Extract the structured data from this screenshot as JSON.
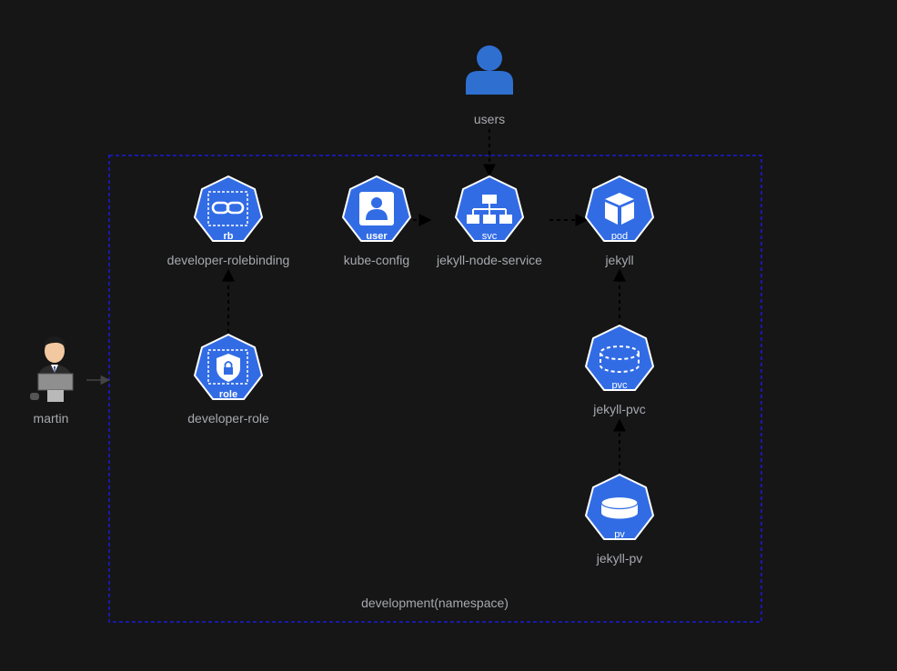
{
  "namespace": {
    "label": "development(namespace)"
  },
  "nodes": {
    "users": {
      "label": "users"
    },
    "martin": {
      "label": "martin"
    },
    "rolebinding": {
      "badge": "rb",
      "label": "developer-rolebinding"
    },
    "role": {
      "badge": "role",
      "label": "developer-role"
    },
    "kubeconfig": {
      "badge": "user",
      "label": "kube-config"
    },
    "service": {
      "badge": "svc",
      "label": "jekyll-node-service"
    },
    "pod": {
      "badge": "pod",
      "label": "jekyll"
    },
    "pvc": {
      "badge": "pvc",
      "label": "jekyll-pvc"
    },
    "pv": {
      "badge": "pv",
      "label": "jekyll-pv"
    }
  },
  "colors": {
    "background": "#161616",
    "k8s_blue": "#326ce5",
    "namespace_border": "#1a1adb",
    "user_icon": "#2f6fd0",
    "label": "#a7a9b0"
  },
  "icons": {
    "users": "person-icon",
    "martin": "developer-laptop-icon",
    "rolebinding": "link-icon",
    "role": "shield-lock-icon",
    "kubeconfig": "user-card-icon",
    "service": "network-tree-icon",
    "pod": "cube-icon",
    "pvc": "dashed-cylinder-icon",
    "pv": "cylinder-icon"
  }
}
